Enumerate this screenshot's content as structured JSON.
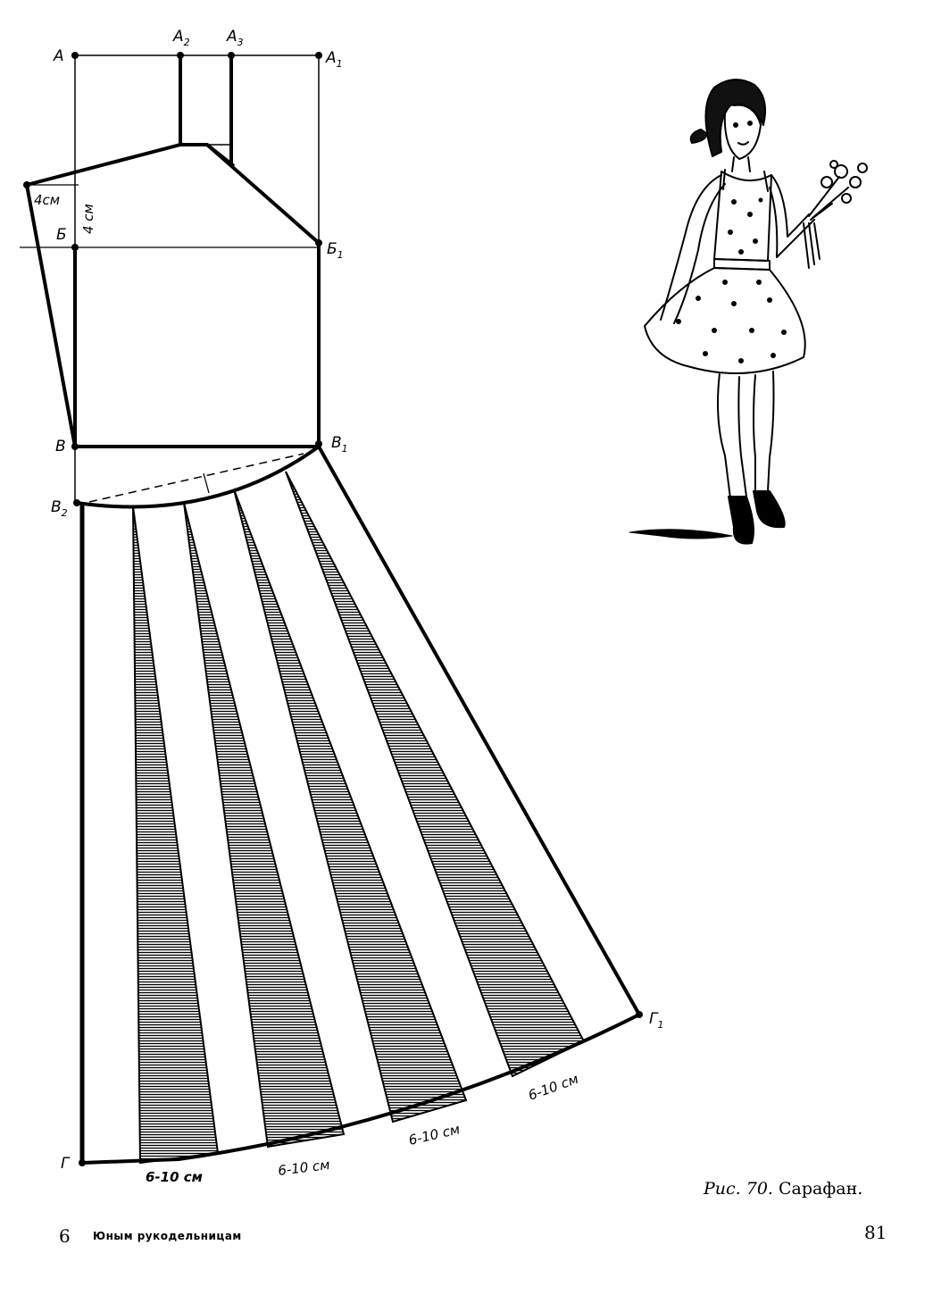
{
  "points": {
    "A": {
      "main": "А",
      "sub": ""
    },
    "A1": {
      "main": "А",
      "sub": "1"
    },
    "A2": {
      "main": "А",
      "sub": "2"
    },
    "A3": {
      "main": "А",
      "sub": "3"
    },
    "B": {
      "main": "Б",
      "sub": ""
    },
    "B1": {
      "main": "Б",
      "sub": "1"
    },
    "V": {
      "main": "В",
      "sub": ""
    },
    "V1": {
      "main": "В",
      "sub": "1"
    },
    "V2": {
      "main": "В",
      "sub": "2"
    },
    "G": {
      "main": "Г",
      "sub": ""
    },
    "G1": {
      "main": "Г",
      "sub": "1"
    }
  },
  "dimensions": {
    "shoulder_horizontal": "4см",
    "shoulder_vertical": "4 см",
    "pleat_1": "6-10 см",
    "pleat_2": "6-10 см",
    "pleat_3": "6-10 см",
    "pleat_4": "6-10 см"
  },
  "caption": {
    "prefix": "Рис. 70.",
    "title": "Сарафан."
  },
  "footer": {
    "section_number": "6",
    "section_title": "Юным рукодельницам",
    "page_number": "81"
  },
  "colors": {
    "ink": "#000000",
    "paper": "#ffffff"
  }
}
